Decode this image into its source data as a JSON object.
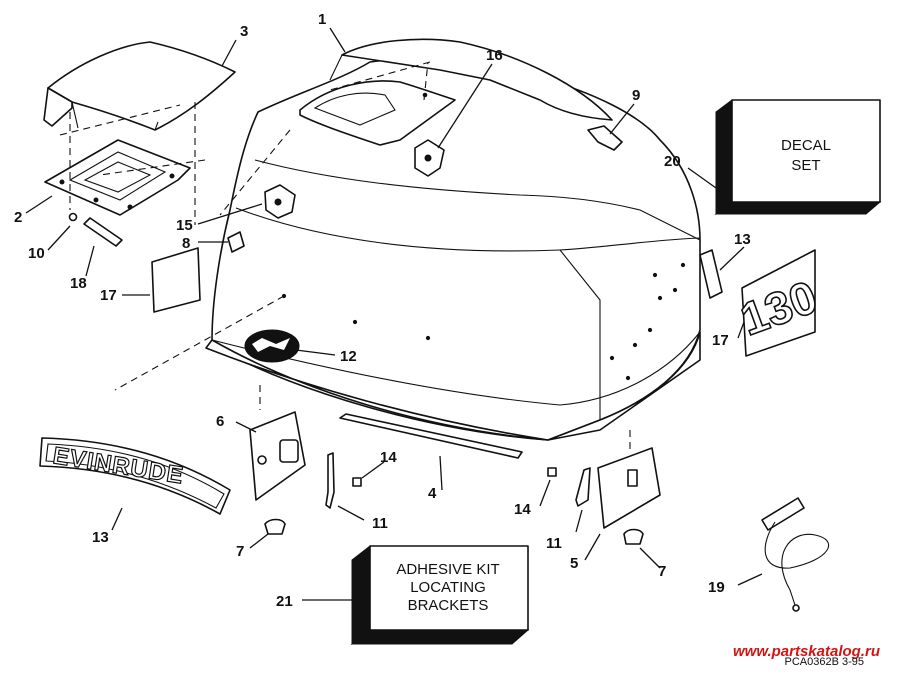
{
  "diagram": {
    "callouts": {
      "c1": "1",
      "c2": "2",
      "c3": "3",
      "c4": "4",
      "c5": "5",
      "c6": "6",
      "c7a": "7",
      "c7b": "7",
      "c8": "8",
      "c9": "9",
      "c10": "10",
      "c11a": "11",
      "c11b": "11",
      "c12": "12",
      "c13a": "13",
      "c13b": "13",
      "c14a": "14",
      "c14b": "14",
      "c15": "15",
      "c16": "16",
      "c17a": "17",
      "c17b": "17",
      "c18": "18",
      "c19": "19",
      "c20": "20",
      "c21": "21"
    },
    "decal_box": {
      "line1": "DECAL",
      "line2": "SET"
    },
    "adhesive_box": {
      "line1": "ADHESIVE KIT",
      "line2": "LOCATING",
      "line3": "BRACKETS"
    },
    "brand_decal": "EVINRUDE",
    "hp_decal": "130",
    "drawing_code": "PCA0362B  3-95",
    "watermark": "www.partskatalog.ru"
  }
}
